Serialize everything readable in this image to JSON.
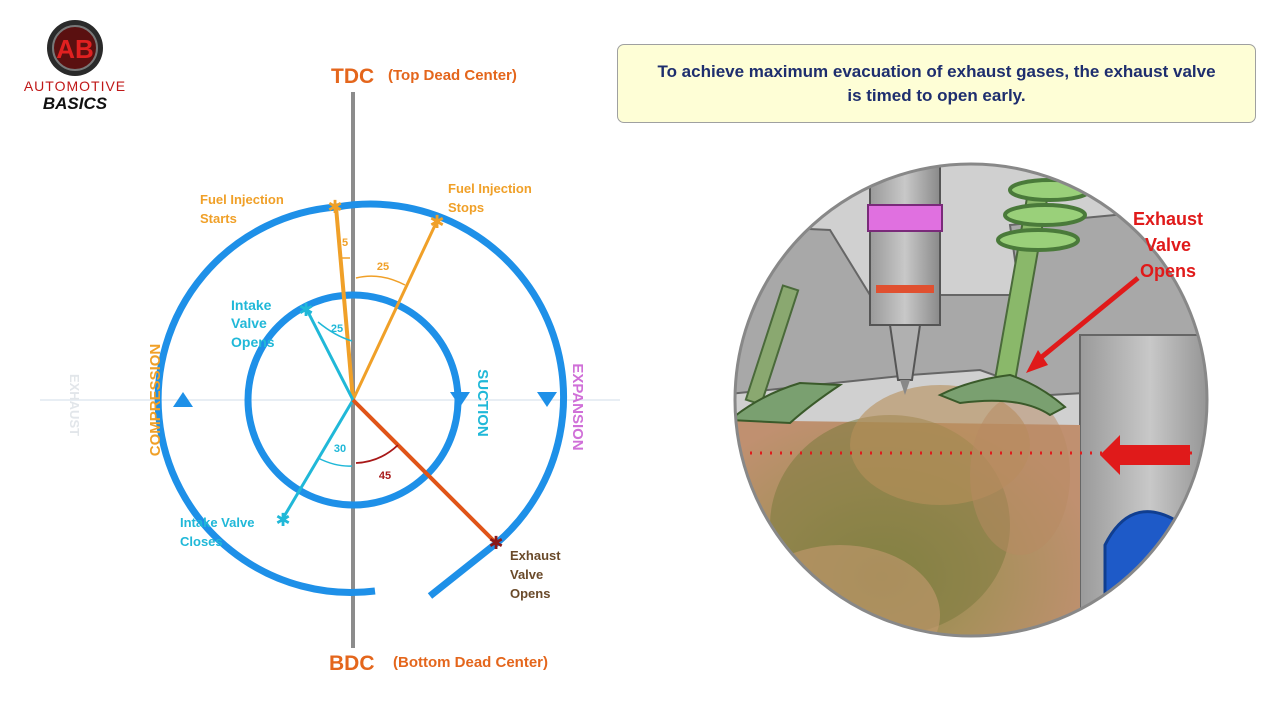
{
  "logo": {
    "monogram": "AB",
    "line1": "AUTOMOTIVE",
    "line2": "BASICS"
  },
  "caption": {
    "text": "To achieve maximum evacuation of exhaust gases, the exhaust valve is timed to open early."
  },
  "diagram": {
    "tdc": {
      "abbr": "TDC",
      "full": "(Top Dead Center)"
    },
    "bdc": {
      "abbr": "BDC",
      "full": "(Bottom Dead Center)"
    },
    "strokes": {
      "compression": "COMPRESSION",
      "suction": "SUCTION",
      "expansion": "EXPANSION",
      "exhaust": "EXHAUST"
    },
    "labels": {
      "fuel_injection_starts_1": "Fuel Injection",
      "fuel_injection_starts_2": "Starts",
      "fuel_injection_stops_1": "Fuel Injection",
      "fuel_injection_stops_2": "Stops",
      "intake_opens_1": "Intake",
      "intake_opens_2": "Valve",
      "intake_opens_3": "Opens",
      "intake_closes_1": "Intake Valve",
      "intake_closes_2": "Closes",
      "exhaust_opens_1": "Exhaust",
      "exhaust_opens_2": "Valve",
      "exhaust_opens_3": "Opens"
    },
    "angles": {
      "fuel_injection_start": "5",
      "fuel_injection_stop": "25",
      "intake_open": "25",
      "intake_close": "30",
      "exhaust_open": "45"
    },
    "colors": {
      "tdc_bdc": "#e4661c",
      "circle": "#1e90e8",
      "fuel": "#f0a028",
      "intake": "#20b8d8",
      "exhaust": "#e05418",
      "exhaust_angle": "#a81818"
    }
  },
  "illustration": {
    "label_1": "Exhaust",
    "label_2": "Valve",
    "label_3": "Opens",
    "label_color": "#e01a1a"
  }
}
